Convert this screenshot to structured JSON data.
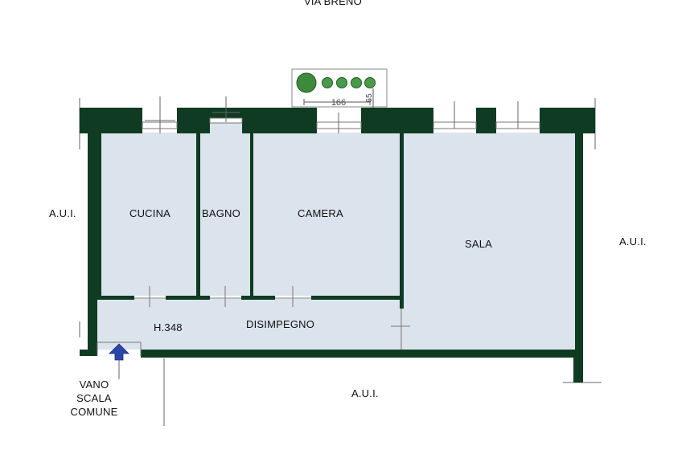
{
  "street": "VIA BRENO",
  "rooms": {
    "cucina": "CUCINA",
    "bagno": "BAGNO",
    "camera": "CAMERA",
    "sala": "SALA",
    "disimpegno": "DISIMPEGNO"
  },
  "height_note": "H.348",
  "adjacent_units": {
    "left": "A.U.I.",
    "right": "A.U.I.",
    "bottom": "A.U.I."
  },
  "stair": {
    "line1": "VANO",
    "line2": "SCALA",
    "line3": "COMUNE"
  },
  "balcony_dims": {
    "width": "166",
    "depth": "65"
  },
  "colors": {
    "wall": "#0f3b22",
    "floor": "#dbe3ed",
    "arrow": "#2a46a8",
    "plant": "#3d8a3d"
  }
}
